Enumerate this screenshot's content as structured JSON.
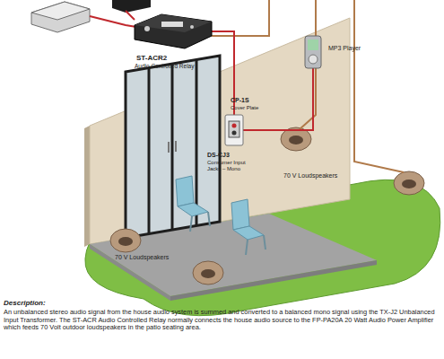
{
  "diagram": {
    "nodes": [
      {
        "text": [
          "ST-ACR2",
          "Audio Controlled Relay"
        ]
      },
      {
        "text": [
          "CP-1S",
          "Cover Plate"
        ]
      },
      {
        "text": [
          "DS-CJ3",
          "Consumer Input Jacks – Mono"
        ],
        "in": 1
      },
      {
        "text": [
          "MP3 Player"
        ]
      }
    ],
    "edges": [
      {
        "from": 0,
        "to": 1,
        "arrow": "none"
      },
      {
        "from": 3,
        "to": 1,
        "arrow": "none"
      }
    ],
    "labels": [
      "70 V Loudspeakers",
      "70 V Loudspeakers",
      "Description:",
      "An unbalanced stereo audio signal from the house audio system is summed and converted to a balanced mono signal using the TX-J2 Unbalanced Input Transformer. The ST-ACR Audio Controlled Relay normally connects the house audio source to the FP-PA20A 20 Watt Audio Power Amplifier which feeds 70 Volt outdoor loudspeakers in the patio seating area."
    ]
  }
}
